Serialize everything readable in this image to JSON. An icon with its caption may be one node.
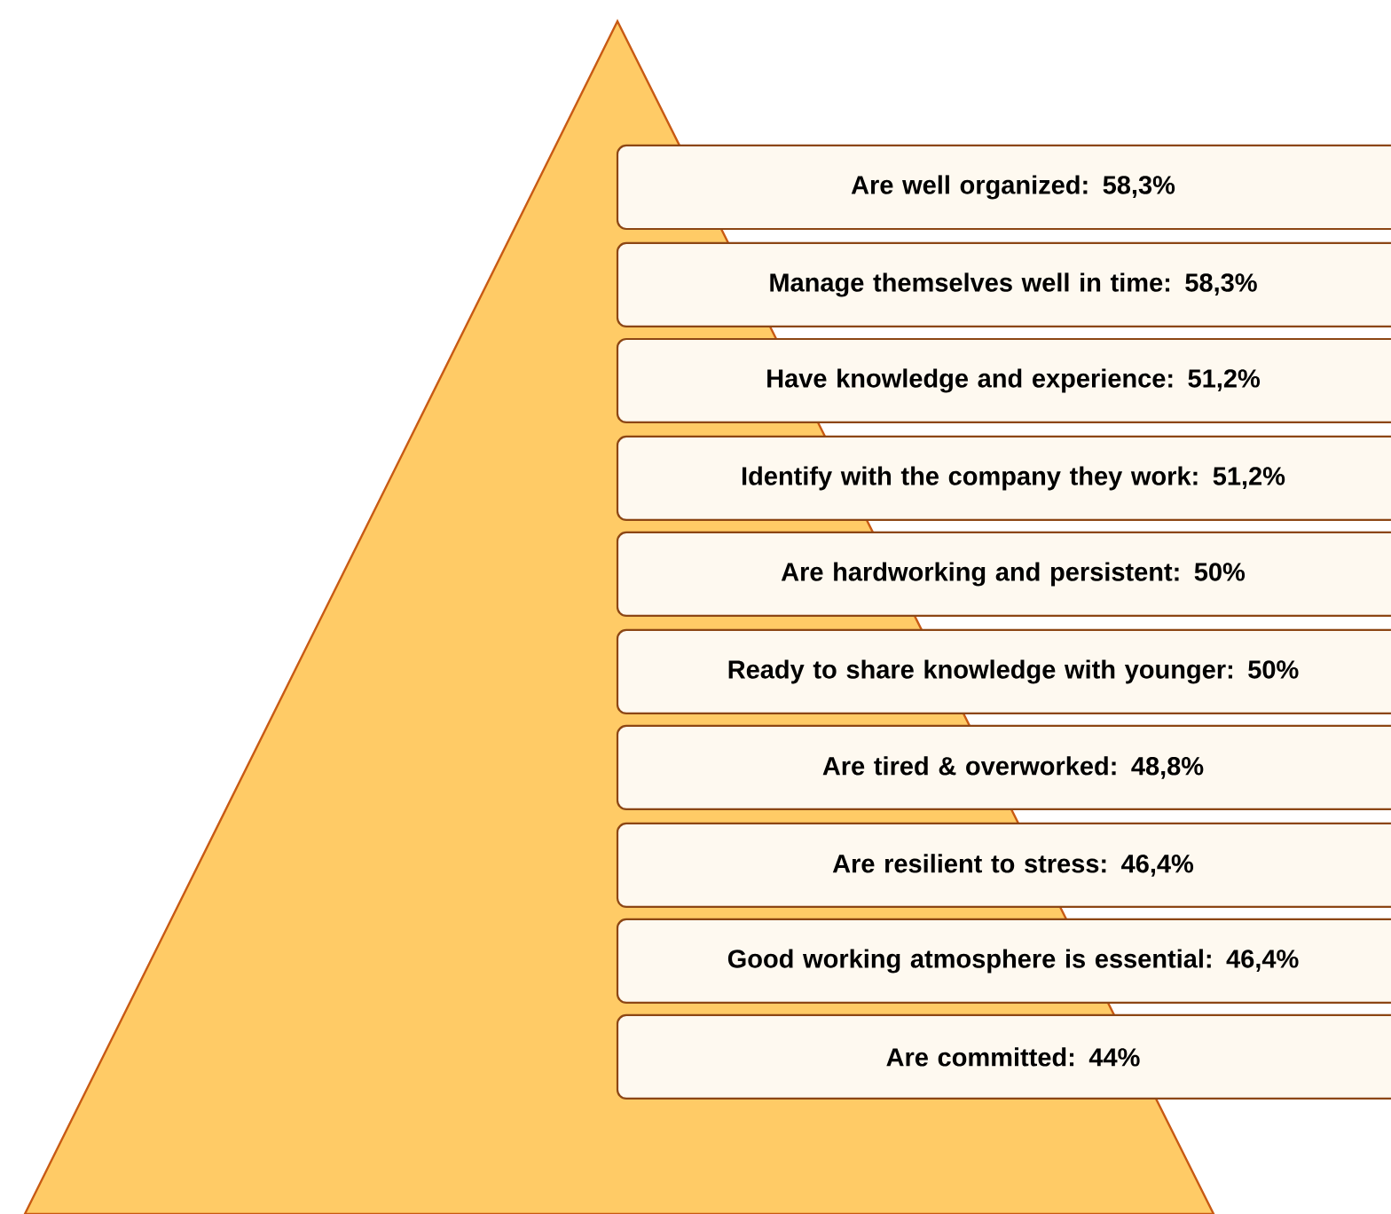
{
  "diagram": {
    "nodes": [
      {
        "text": [
          "Are well organized: 58,3%"
        ]
      },
      {
        "text": [
          "Manage themselves well in time: 58,3%"
        ]
      },
      {
        "text": [
          "Have knowledge and experience: 51,2%"
        ]
      },
      {
        "text": [
          "Identify with the company they work: 51,2%"
        ]
      },
      {
        "text": [
          "Are hardworking and persistent: 50%"
        ]
      },
      {
        "text": [
          "Ready to share knowledge with younger: 50%"
        ]
      },
      {
        "text": [
          "Are tired & overworked: 48,8%"
        ]
      },
      {
        "text": [
          "Are resilient to stress: 46,4%"
        ]
      },
      {
        "text": [
          "Good working atmosphere is essential: 46,4%"
        ]
      },
      {
        "text": [
          "Are committed: 44%"
        ]
      }
    ]
  }
}
